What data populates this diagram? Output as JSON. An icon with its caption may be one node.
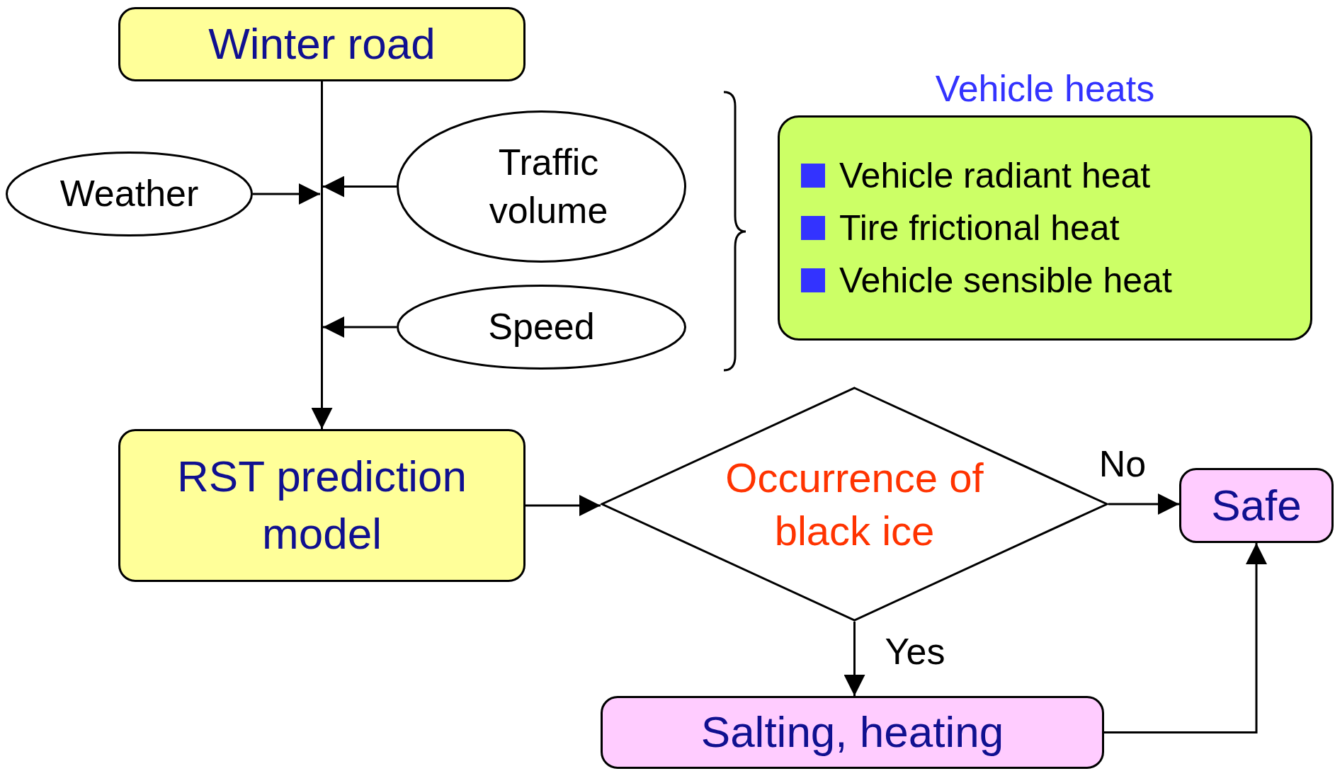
{
  "diagram": {
    "nodes": [
      {
        "text": [
          "Winter road"
        ]
      },
      {
        "text": [
          "Weather"
        ]
      },
      {
        "text": [
          "Traffic volume"
        ]
      },
      {
        "text": [
          "Speed"
        ]
      },
      {
        "text": [
          "Vehicle heats",
          "Vehicle radiant heat",
          "Tire frictional heat",
          "Vehicle sensible heat"
        ]
      },
      {
        "text": [
          "RST prediction model"
        ]
      },
      {
        "text": [
          "Occurrence of black ice"
        ]
      },
      {
        "text": [
          "Safe"
        ]
      },
      {
        "text": [
          "Salting, heating"
        ]
      }
    ],
    "edges": [
      {
        "from": 0,
        "to": 5,
        "arrow": "to"
      },
      {
        "from": 1,
        "to": null,
        "arrow": "to"
      },
      {
        "from": 2,
        "to": null,
        "arrow": "to"
      },
      {
        "from": 3,
        "to": null,
        "arrow": "to"
      },
      {
        "from": 5,
        "to": 6,
        "arrow": "to"
      },
      {
        "from": 6,
        "to": 7,
        "arrow": "to",
        "label": "No"
      },
      {
        "from": 6,
        "to": 8,
        "arrow": "to",
        "label": "Yes"
      },
      {
        "from": 8,
        "to": 7,
        "arrow": "to"
      }
    ]
  }
}
